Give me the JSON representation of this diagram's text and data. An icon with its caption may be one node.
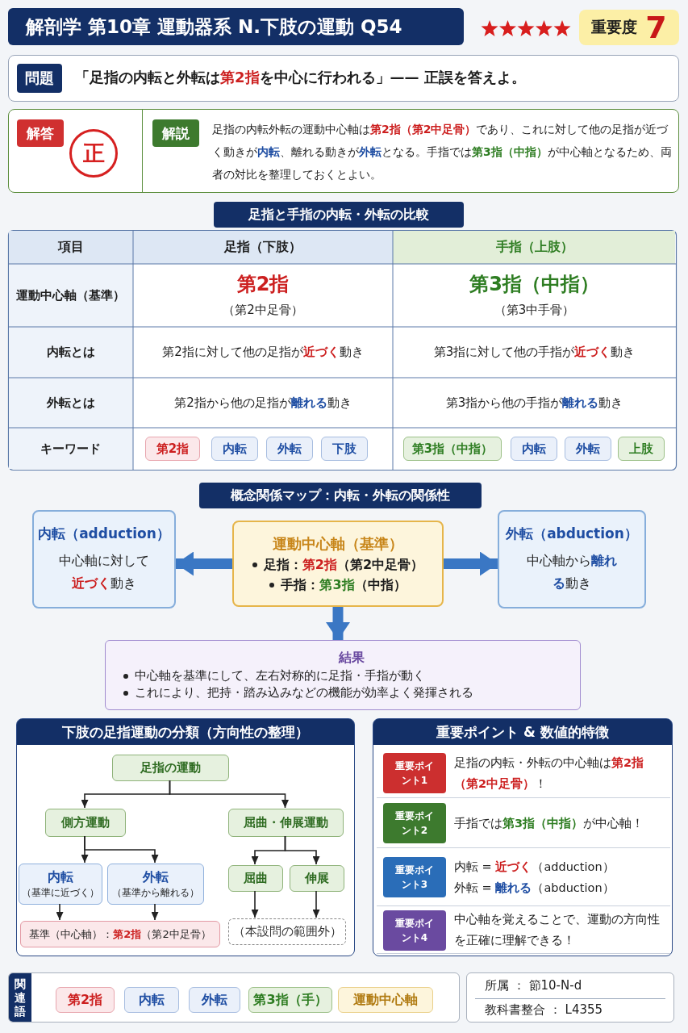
{
  "diagram": {
    "title": "解剖学 第10章 運動器系 N.下肢の運動 Q54",
    "nodes": [
      {
        "text": [
          "重要度",
          "7"
        ]
      },
      {
        "text": [
          "問題",
          "「足指の内転と外転は**第2指**を中心に行われる」—— 正誤を答えよ。"
        ]
      },
      {
        "text": [
          "解答",
          "正",
          "解説",
          "足指の内転外転の運動中心軸は**第2指（第2中足骨）**であり、これに対して他の足指が近づく動きが**内転**、離れる動きが**外転**となる。手指では**第3指（中指）**が中心軸となるため、両者の対比を整理しておくとよい。"
        ]
      },
      {
        "text": [
          "足指と手指の内転・外転の比較"
        ]
      },
      {
        "text": [
          "概念関係マップ：内転・外転の関係性"
        ]
      },
      {
        "text": [
          "内転（adduction）",
          "中心軸に対して**近づく**動き"
        ]
      },
      {
        "text": [
          "運動中心軸（基準）",
          "足指：**第2指**（第2中足骨）",
          "手指：**第3指**（中指）"
        ]
      },
      {
        "text": [
          "外転（abduction）",
          "中心軸から**離れる**動き"
        ]
      },
      {
        "text": [
          "結果",
          "中心軸を基準にして、左右対称的に足指・手指が動く",
          "これにより、把持・踏み込みなどの機能が効率よく発揮される"
        ]
      },
      {
        "text": [
          "下肢の足指運動の分類（方向性の整理）"
        ]
      },
      {
        "text": [
          "足指の運動"
        ],
        "in": 9
      },
      {
        "text": [
          "側方運動"
        ],
        "in": 9
      },
      {
        "text": [
          "屈曲・伸展運動"
        ],
        "in": 9
      },
      {
        "text": [
          "内転",
          "（基準に近づく）"
        ],
        "in": 9
      },
      {
        "text": [
          "外転",
          "（基準から離れる）"
        ],
        "in": 9
      },
      {
        "text": [
          "屈曲"
        ],
        "in": 9
      },
      {
        "text": [
          "伸展"
        ],
        "in": 9
      },
      {
        "text": [
          "基準（中心軸）：**第2指**（第2中足骨）"
        ],
        "in": 9
      },
      {
        "text": [
          "（本設問の範囲外）"
        ],
        "in": 9
      },
      {
        "text": [
          "重要ポイント & 数値的特徴"
        ]
      },
      {
        "text": [
          "重要ポイント1",
          "足指の内転・外転の中心軸は**第2指（第2中足骨）**！"
        ],
        "in": 19
      },
      {
        "text": [
          "重要ポイント2",
          "手指では**第3指（中指）**が中心軸！"
        ],
        "in": 19
      },
      {
        "text": [
          "重要ポイント3",
          "内転 = **近づく**（adduction）",
          "外転 = **離れる**（abduction）"
        ],
        "in": 19
      },
      {
        "text": [
          "重要ポイント4",
          "中心軸を覚えることで、運動の方向性を正確に理解できる！"
        ],
        "in": 19
      },
      {
        "text": [
          "関連語"
        ]
      },
      {
        "text": [
          "第2指"
        ],
        "in": 24
      },
      {
        "text": [
          "内転"
        ],
        "in": 24
      },
      {
        "text": [
          "外転"
        ],
        "in": 24
      },
      {
        "text": [
          "第3指（手）"
        ],
        "in": 24
      },
      {
        "text": [
          "運動中心軸"
        ],
        "in": 24
      },
      {
        "text": [
          "所属 ： 節10-N-d",
          "教科書整合 ： L4355"
        ]
      }
    ],
    "edges": [
      {
        "from": 6,
        "to": 5,
        "arrow": "to",
        "style": "thick",
        "color": "#3a77c4"
      },
      {
        "from": 6,
        "to": 7,
        "arrow": "to",
        "style": "thick",
        "color": "#3a77c4"
      },
      {
        "from": 6,
        "to": 8,
        "arrow": "to",
        "style": "thick",
        "color": "#3a77c4"
      },
      {
        "from": 10,
        "to": 11,
        "arrow": "to"
      },
      {
        "from": 10,
        "to": 12,
        "arrow": "to"
      },
      {
        "from": 11,
        "to": 13,
        "arrow": "to"
      },
      {
        "from": 11,
        "to": 14,
        "arrow": "to"
      },
      {
        "from": 12,
        "to": 15,
        "arrow": "to"
      },
      {
        "from": 12,
        "to": 16,
        "arrow": "to"
      },
      {
        "from": 13,
        "to": 17,
        "arrow": "to"
      },
      {
        "from": 14,
        "to": 17,
        "arrow": "to"
      },
      {
        "from": 15,
        "to": 18,
        "arrow": "to"
      },
      {
        "from": 16,
        "to": 18,
        "arrow": "to"
      }
    ],
    "labels": [
      "項目",
      "足指（下肢）",
      "手指（上肢）",
      "運動中心軸（基準）",
      "第2指",
      "（第2中足骨）",
      "第3指（中指）",
      "（第3中手骨）",
      "内転とは",
      "第2指に対して他の足指が**近づく**動き",
      "第3指に対して他の手指が**近づく**動き",
      "外転とは",
      "第2指から他の足指が**離れる**動き",
      "第3指から他の手指が**離れる**動き",
      "キーワード",
      "第2指",
      "内転",
      "外転",
      "下肢",
      "第3指（中指）",
      "内転",
      "外転",
      "上肢"
    ]
  }
}
